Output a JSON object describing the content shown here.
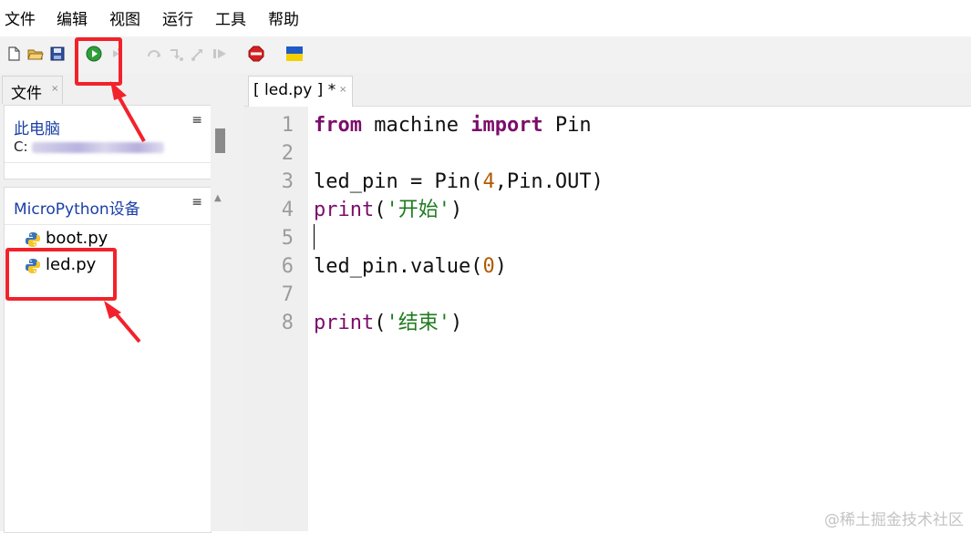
{
  "menu": [
    "文件",
    "编辑",
    "视图",
    "运行",
    "工具",
    "帮助"
  ],
  "left_tab": {
    "label": "文件",
    "close": "×"
  },
  "computer_panel": {
    "title": "此电脑",
    "path_prefix": "C:",
    "menu": "≡"
  },
  "device_panel": {
    "title": "MicroPython设备",
    "menu": "≡",
    "files": [
      {
        "name": "boot.py"
      },
      {
        "name": "led.py"
      }
    ]
  },
  "editor_tab": {
    "label": "[ led.py ] *",
    "close": "×"
  },
  "line_numbers": [
    "1",
    "2",
    "3",
    "4",
    "5",
    "6",
    "7",
    "8"
  ],
  "code": {
    "l1": {
      "kw1": "from",
      "mid": " machine ",
      "kw2": "import",
      "end": " Pin"
    },
    "l3": {
      "a": "led_pin = Pin(",
      "num": "4",
      "b": ",Pin.OUT)"
    },
    "l4": {
      "fn": "print",
      "open": "(",
      "str": "'开始'",
      "close": ")"
    },
    "l6": {
      "a": "led_pin.value(",
      "num": "0",
      "b": ")"
    },
    "l8": {
      "fn": "print",
      "open": "(",
      "str": "'结束'",
      "close": ")"
    }
  },
  "toolbar_icons": [
    "new-file-icon",
    "open-folder-icon",
    "save-icon",
    "run-icon",
    "debug-icon",
    "step-over-icon",
    "step-into-icon",
    "step-out-icon",
    "resume-icon",
    "stop-icon",
    "flag-icon"
  ],
  "colors": {
    "highlight": "#f2222b",
    "keyword": "#7b0e6a",
    "string": "#1f7b1f",
    "number": "#b05a00"
  },
  "watermark": "@稀土掘金技术社区"
}
